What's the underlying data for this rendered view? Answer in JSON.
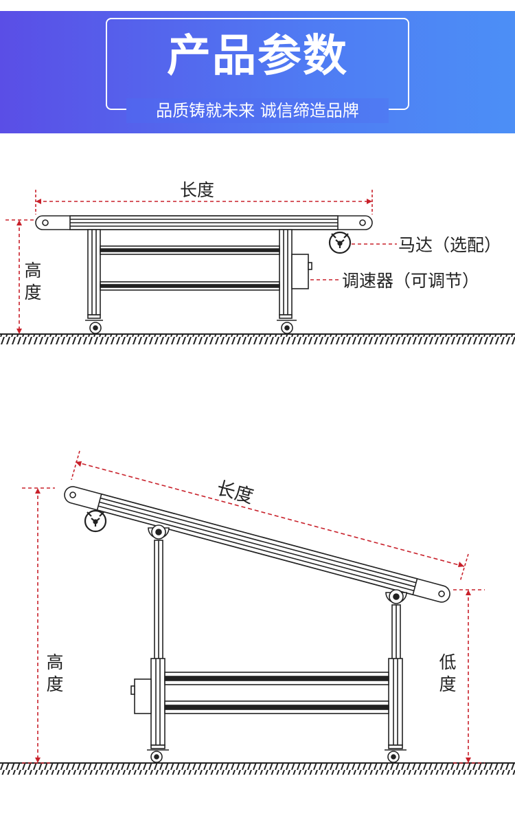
{
  "header": {
    "title": "产品参数",
    "subtitle": "品质铸就未来 诚信缔造品牌"
  },
  "diagram1": {
    "length_label": "长度",
    "height_label": [
      "高",
      "度"
    ],
    "motor_label": "马达（选配）",
    "speed_label": "调速器（可调节）"
  },
  "diagram2": {
    "length_label": "长度",
    "height_label": [
      "高",
      "度"
    ],
    "low_label": [
      "低",
      "度"
    ]
  },
  "colors": {
    "banner_start": "#5a4ee6",
    "banner_end": "#4c8ff6",
    "dimension_line": "#c8202a",
    "line": "#222222"
  }
}
